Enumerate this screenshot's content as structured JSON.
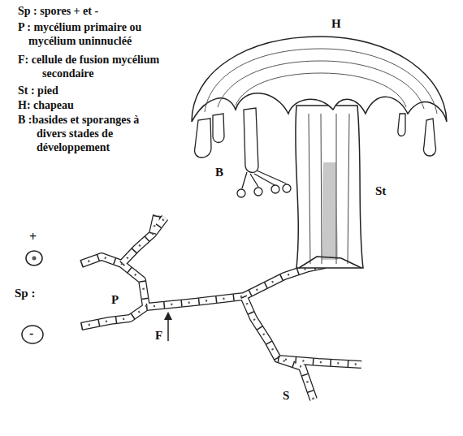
{
  "diagram": {
    "labels": [
      "Sp : spores + et -",
      "P : mycélium primaire ou mycélium uninnucléé",
      "F: cellule de fusion mycélium secondaire",
      "St : pied",
      "H: chapeau",
      "B :basides et sporanges à divers  stades de développement",
      "H",
      "St",
      "B",
      "+",
      "Sp :",
      "-",
      "P",
      "F",
      "S"
    ]
  }
}
